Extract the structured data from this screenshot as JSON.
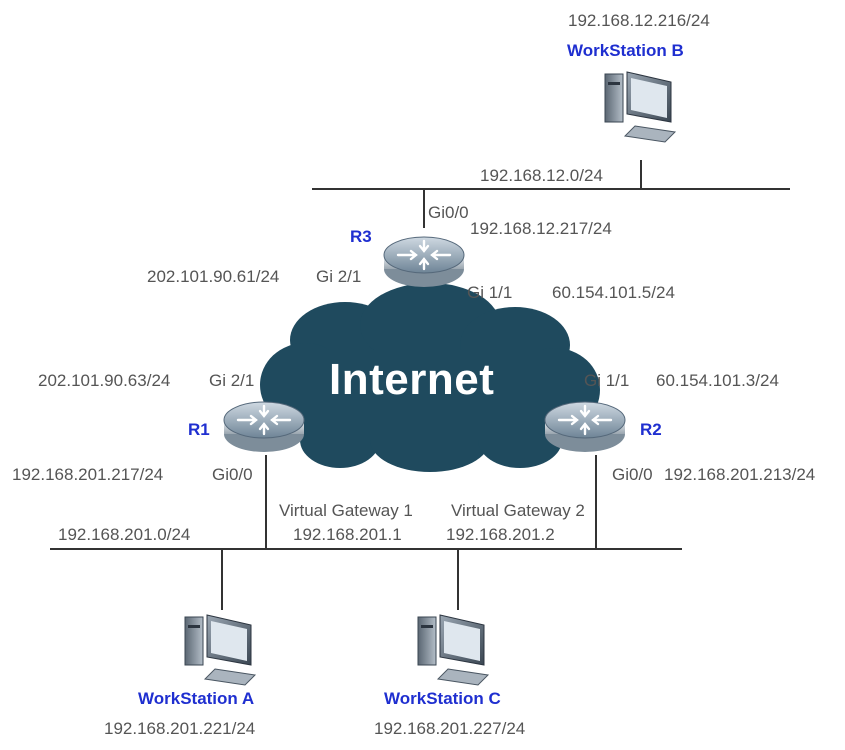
{
  "cloud": {
    "label": "Internet"
  },
  "routers": {
    "r1": {
      "name": "R1",
      "gi_wan": "Gi 2/1",
      "wan_ip": "202.101.90.63/24",
      "gi_lan": "Gi0/0",
      "lan_ip": "192.168.201.217/24"
    },
    "r2": {
      "name": "R2",
      "gi_wan": "Gi 1/1",
      "wan_ip": "60.154.101.3/24",
      "gi_lan": "Gi0/0",
      "lan_ip": "192.168.201.213/24"
    },
    "r3": {
      "name": "R3",
      "gi_lan": "Gi0/0",
      "lan_ip": "192.168.12.217/24",
      "gi_wan1": "Gi 2/1",
      "wan1_ip": "202.101.90.61/24",
      "gi_wan2": "Gi 1/1",
      "wan2_ip": "60.154.101.5/24"
    }
  },
  "networks": {
    "top": "192.168.12.0/24",
    "bottom": "192.168.201.0/24"
  },
  "gateways": {
    "vg1": {
      "label": "Virtual Gateway 1",
      "ip": "192.168.201.1"
    },
    "vg2": {
      "label": "Virtual Gateway 2",
      "ip": "192.168.201.2"
    }
  },
  "workstations": {
    "a": {
      "name": "WorkStation A",
      "ip": "192.168.201.221/24"
    },
    "b": {
      "name": "WorkStation B",
      "ip": "192.168.12.216/24"
    },
    "c": {
      "name": "WorkStation C",
      "ip": "192.168.201.227/24"
    }
  },
  "colors": {
    "name_blue": "#1f2fd0",
    "cloud": "#1f4a5e",
    "label_gray": "#555555",
    "line": "#333333"
  }
}
